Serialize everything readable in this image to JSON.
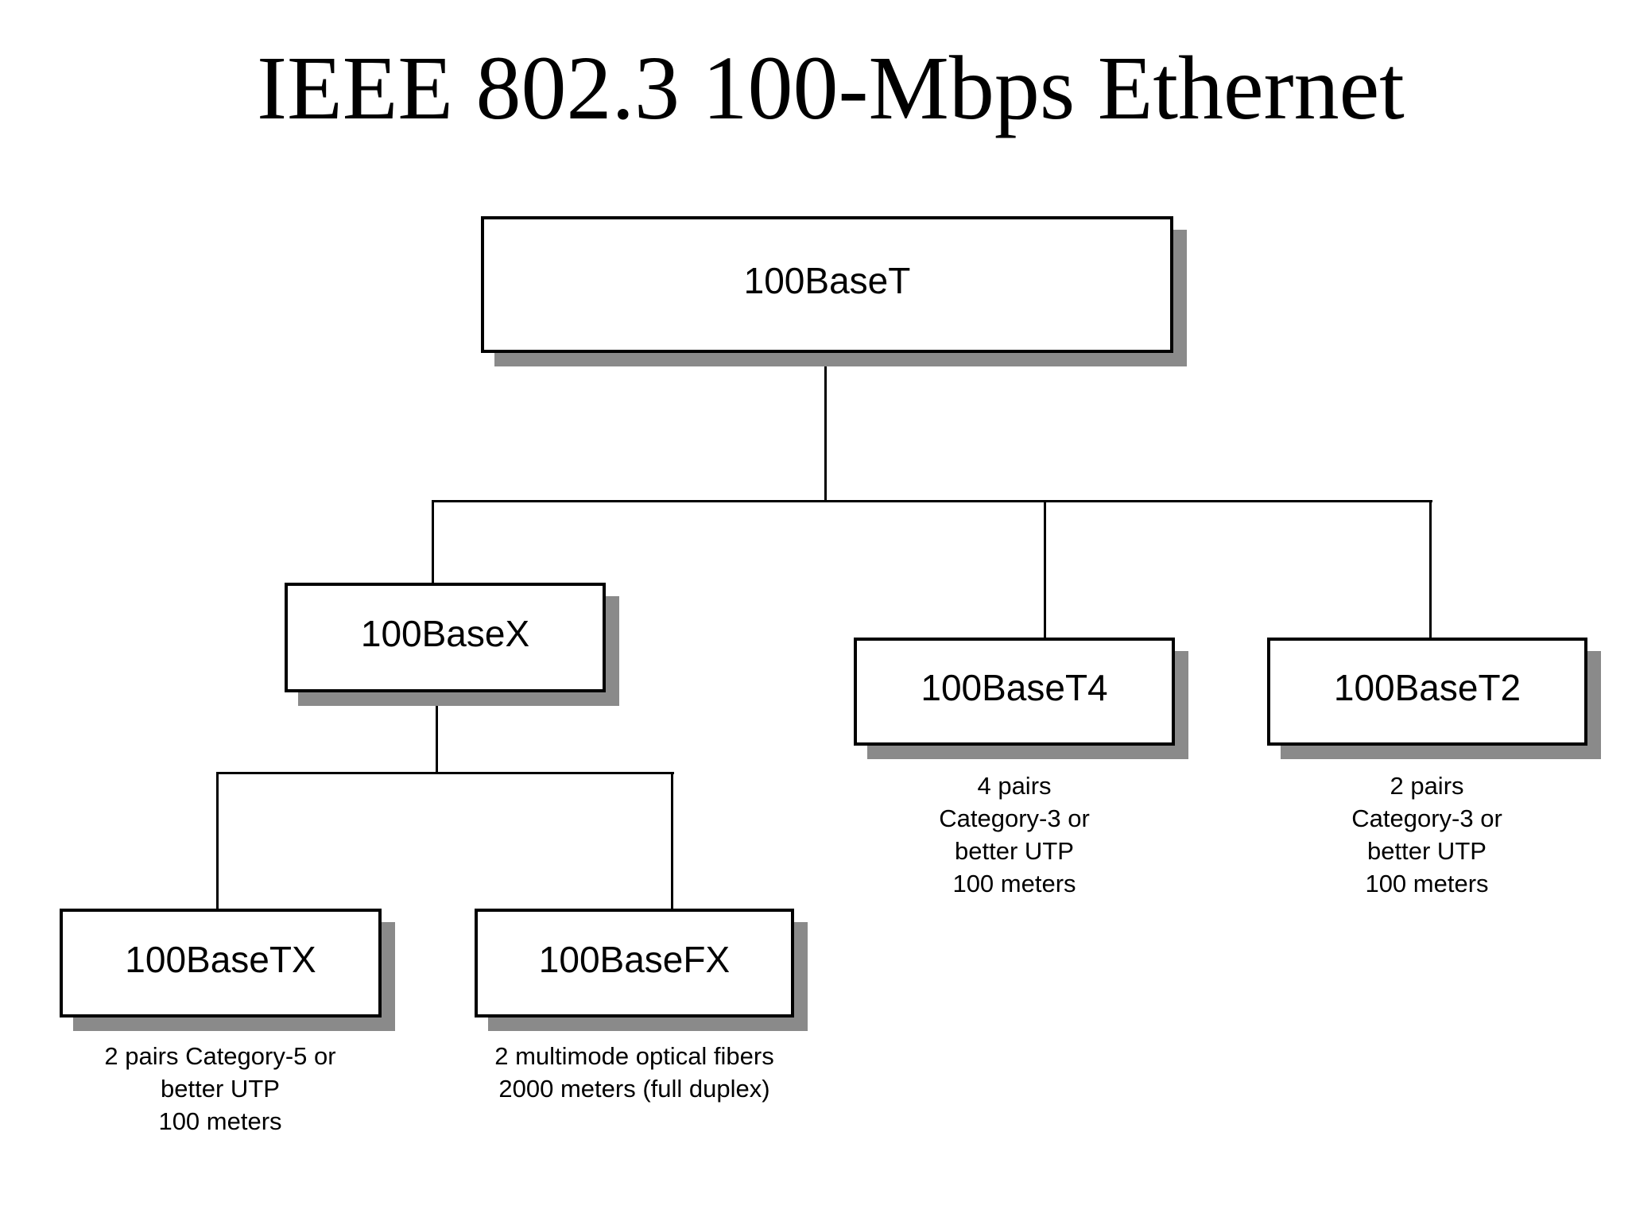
{
  "title": "IEEE 802.3 100-Mbps Ethernet",
  "colors": {
    "background": "#ffffff",
    "box_fill": "#ffffff",
    "box_border": "#000000",
    "box_shadow": "#8a8a8a",
    "text": "#000000"
  },
  "tree": {
    "root": {
      "label": "100BaseT"
    },
    "basex": {
      "label": "100BaseX"
    },
    "t4": {
      "label": "100BaseT4",
      "caption": "4 pairs\nCategory-3 or\nbetter UTP\n100 meters"
    },
    "t2": {
      "label": "100BaseT2",
      "caption": "2 pairs\nCategory-3 or\nbetter UTP\n100 meters"
    },
    "tx": {
      "label": "100BaseTX",
      "caption": "2 pairs Category-5 or\nbetter UTP\n100 meters"
    },
    "fx": {
      "label": "100BaseFX",
      "caption": "2 multimode optical fibers\n2000 meters (full duplex)"
    }
  }
}
